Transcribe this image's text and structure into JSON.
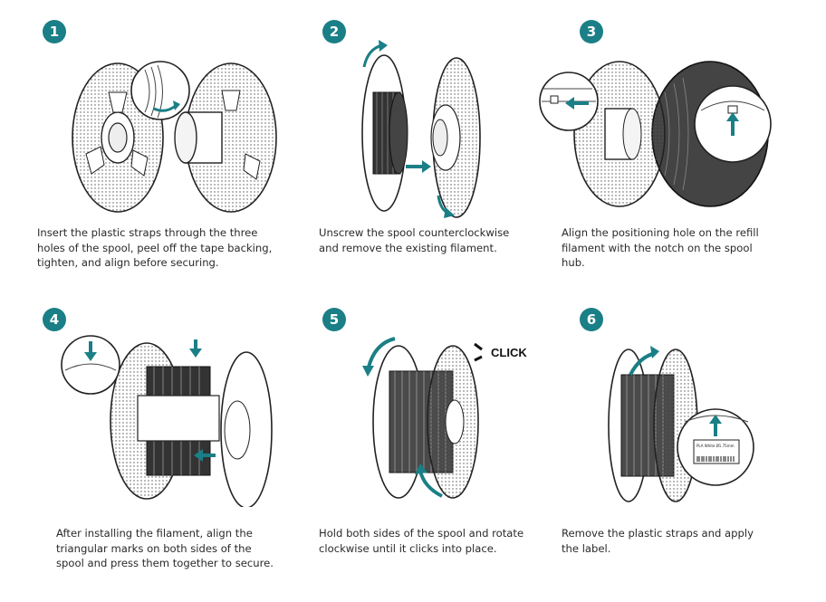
{
  "steps": [
    {
      "number": "1",
      "caption": "Insert the plastic straps through the three\nholes of the spool, peel off the tape backing,\ntighten, and align before securing."
    },
    {
      "number": "2",
      "caption": "Unscrew the spool counterclockwise\nand remove the existing filament."
    },
    {
      "number": "3",
      "caption": "Align the positioning hole on the refill\nfilament with the notch on the spool\nhub."
    },
    {
      "number": "4",
      "caption": "After installing the filament, align the\ntriangular marks on both sides of the\nspool and press them together to secure."
    },
    {
      "number": "5",
      "caption": "Hold both sides of the spool and rotate\nclockwise until it clicks into place."
    },
    {
      "number": "6",
      "caption": "Remove the plastic straps and apply\nthe label."
    }
  ],
  "click_label": "CLICK",
  "label_text": "PLA   White   Ø1.75mm",
  "accent_color": "#1a7f86"
}
